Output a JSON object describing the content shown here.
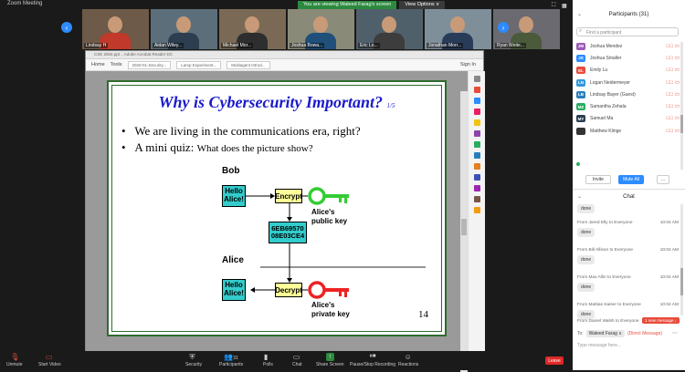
{
  "window": {
    "title": "Zoom Meeting"
  },
  "banner": {
    "sharing_text": "You are viewing Waleed Farag's screen",
    "options_label": "View Options ∨"
  },
  "thumbnails": [
    {
      "name": "Lindsay H",
      "shirt": "#c0392b",
      "bg": "#6d5a48"
    },
    {
      "name": "Aidan Wiley...",
      "shirt": "#2c3e50",
      "bg": "#5b6e7a"
    },
    {
      "name": "Michael Mor...",
      "shirt": "#2e2e2e",
      "bg": "#7a6a55"
    },
    {
      "name": "Joshua Bowa...",
      "shirt": "#1f4f7a",
      "bg": "#8a8a78"
    },
    {
      "name": "Eric Lo...",
      "shirt": "#3d3d3d",
      "bg": "#50606a"
    },
    {
      "name": "Jonathan Morr...",
      "shirt": "#283c5a",
      "bg": "#7e8f9a"
    },
    {
      "name": "Ryan Weite...",
      "shirt": "#4a5a3a",
      "bg": "#6a6a70"
    }
  ],
  "viewer": {
    "window_title": "CSE 2004.ppt ..  Adobe Acrobat Reader DC",
    "tabs": {
      "home": "Home",
      "tools": "Tools",
      "doc1": "2020-01-Security...",
      "doc2": "Lamp Experiment...",
      "doc3": "Multiagent Introd..."
    },
    "signin": "Sign In"
  },
  "slide": {
    "title": "Why is Cybersecurity Important?",
    "page_ref": "1/5",
    "bullet1": "We are living in the communications era, right?",
    "bullet2_main": "A mini quiz:",
    "bullet2_small": "What does the picture show?",
    "page_number": "14",
    "diagram": {
      "bob": "Bob",
      "alice": "Alice",
      "hello1": "Hello Alice!",
      "encrypt": "Encrypt",
      "cipher1": "6EB69570",
      "cipher2": "08E03CE4",
      "decrypt": "Decrypt",
      "hello2": "Hello Alice!",
      "pub_key1": "Alice's",
      "pub_key2": "public key",
      "priv_key1": "Alice's",
      "priv_key2": "private key",
      "green": "#33cc33",
      "red": "#ee2222"
    }
  },
  "bottom": {
    "unmute": "Unmute",
    "video": "Start Video",
    "security": "Security",
    "participants": "Participants",
    "participants_count": "31",
    "polls": "Polls",
    "chat": "Chat",
    "share": "Share Screen",
    "record": "Pause/Stop Recording",
    "reactions": "Reactions",
    "leave": "Leave"
  },
  "panel": {
    "title": "Participants (31)",
    "search_placeholder": "Find a participant",
    "participants": [
      {
        "initials": "JM",
        "name": "Joshua Mendez",
        "color": "#9b59b6"
      },
      {
        "initials": "JS",
        "name": "Joshua Smaller",
        "color": "#2d8cff"
      },
      {
        "initials": "EL",
        "name": "Emily Lu",
        "color": "#e74c3c"
      },
      {
        "initials": "LN",
        "name": "Logan Neidermeyer",
        "color": "#3498db"
      },
      {
        "initials": "LB",
        "name": "Lindsay Bayer (Guest)",
        "color": "#2980b9"
      },
      {
        "initials": "MZ",
        "name": "Samantha Zehala",
        "color": "#27ae60"
      },
      {
        "initials": "MY",
        "name": "Samuel Ma",
        "color": "#2c3e50"
      },
      {
        "initials": "",
        "name": "Matthew Klinge",
        "color": "#333333"
      }
    ],
    "invite": "Invite",
    "mute_all": "Mute All",
    "more": "...",
    "chat_title": "Chat",
    "chat_msgs": [
      {
        "from": "",
        "time": "",
        "text": "done"
      },
      {
        "from": "From Jared Elly to Everyone",
        "time": "10:04 AM",
        "text": "done"
      },
      {
        "from": "From Bill Allison to Everyone",
        "time": "10:04 AM",
        "text": "done"
      },
      {
        "from": "From Max Allin to Everyone",
        "time": "10:04 AM",
        "text": "done"
      },
      {
        "from": "From Mattias Kaiser to Everyone",
        "time": "10:04 AM",
        "text": "done"
      }
    ],
    "last_from": "From Daniel Walsh to Everyone",
    "new_msg": "1 new message ↓",
    "to_label": "To:",
    "to_value": "Waleed Farag ∨",
    "direct": "(Direct Message)",
    "type_placeholder": "Type message here..."
  }
}
